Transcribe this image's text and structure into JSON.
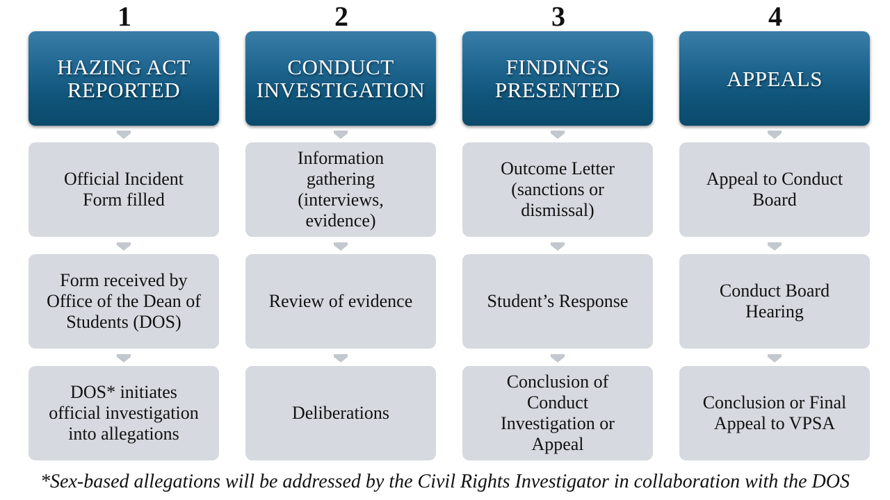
{
  "columns": [
    {
      "number": "1",
      "header": "HAZING ACT\nREPORTED",
      "steps": [
        "Official Incident\nForm filled",
        "Form received by\nOffice of the Dean of\nStudents (DOS)",
        "DOS* initiates\nofficial investigation\ninto allegations"
      ]
    },
    {
      "number": "2",
      "header": "CONDUCT\nINVESTIGATION",
      "steps": [
        "Information\ngathering\n(interviews,\nevidence)",
        "Review of evidence",
        "Deliberations"
      ]
    },
    {
      "number": "3",
      "header": "FINDINGS\nPRESENTED",
      "steps": [
        "Outcome Letter\n(sanctions or\ndismissal)",
        "Student’s Response",
        "Conclusion of\nConduct\nInvestigation or\nAppeal"
      ]
    },
    {
      "number": "4",
      "header": "APPEALS",
      "steps": [
        "Appeal to Conduct\nBoard",
        "Conduct Board\nHearing",
        "Conclusion or Final\nAppeal to VPSA"
      ]
    }
  ],
  "footnote": "*Sex-based allegations will be addressed by the Civil Rights Investigator in collaboration with the DOS",
  "colors": {
    "header_top": "#3a7ea8",
    "header_bottom": "#0b4a6c",
    "step_fill": "#d6d9df",
    "arrow_fill": "#c3c7ce"
  }
}
